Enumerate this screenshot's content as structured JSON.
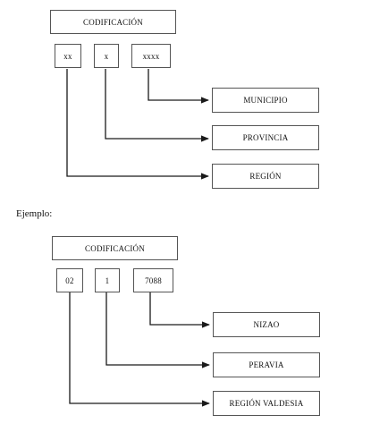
{
  "diagram1": {
    "title": "CODIFICACIÓN",
    "codes": [
      "xx",
      "x",
      "xxxx"
    ],
    "targets": [
      "MUNICIPIO",
      "PROVINCIA",
      "REGIÓN"
    ]
  },
  "example": {
    "label": "Ejemplo:"
  },
  "diagram2": {
    "title": "CODIFICACIÓN",
    "codes": [
      "02",
      "1",
      "7088"
    ],
    "targets": [
      "NIZAO",
      "PERAVIA",
      "REGIÓN VALDESIA"
    ]
  },
  "colors": {
    "line": "#1a1a1a",
    "border": "#555555"
  }
}
